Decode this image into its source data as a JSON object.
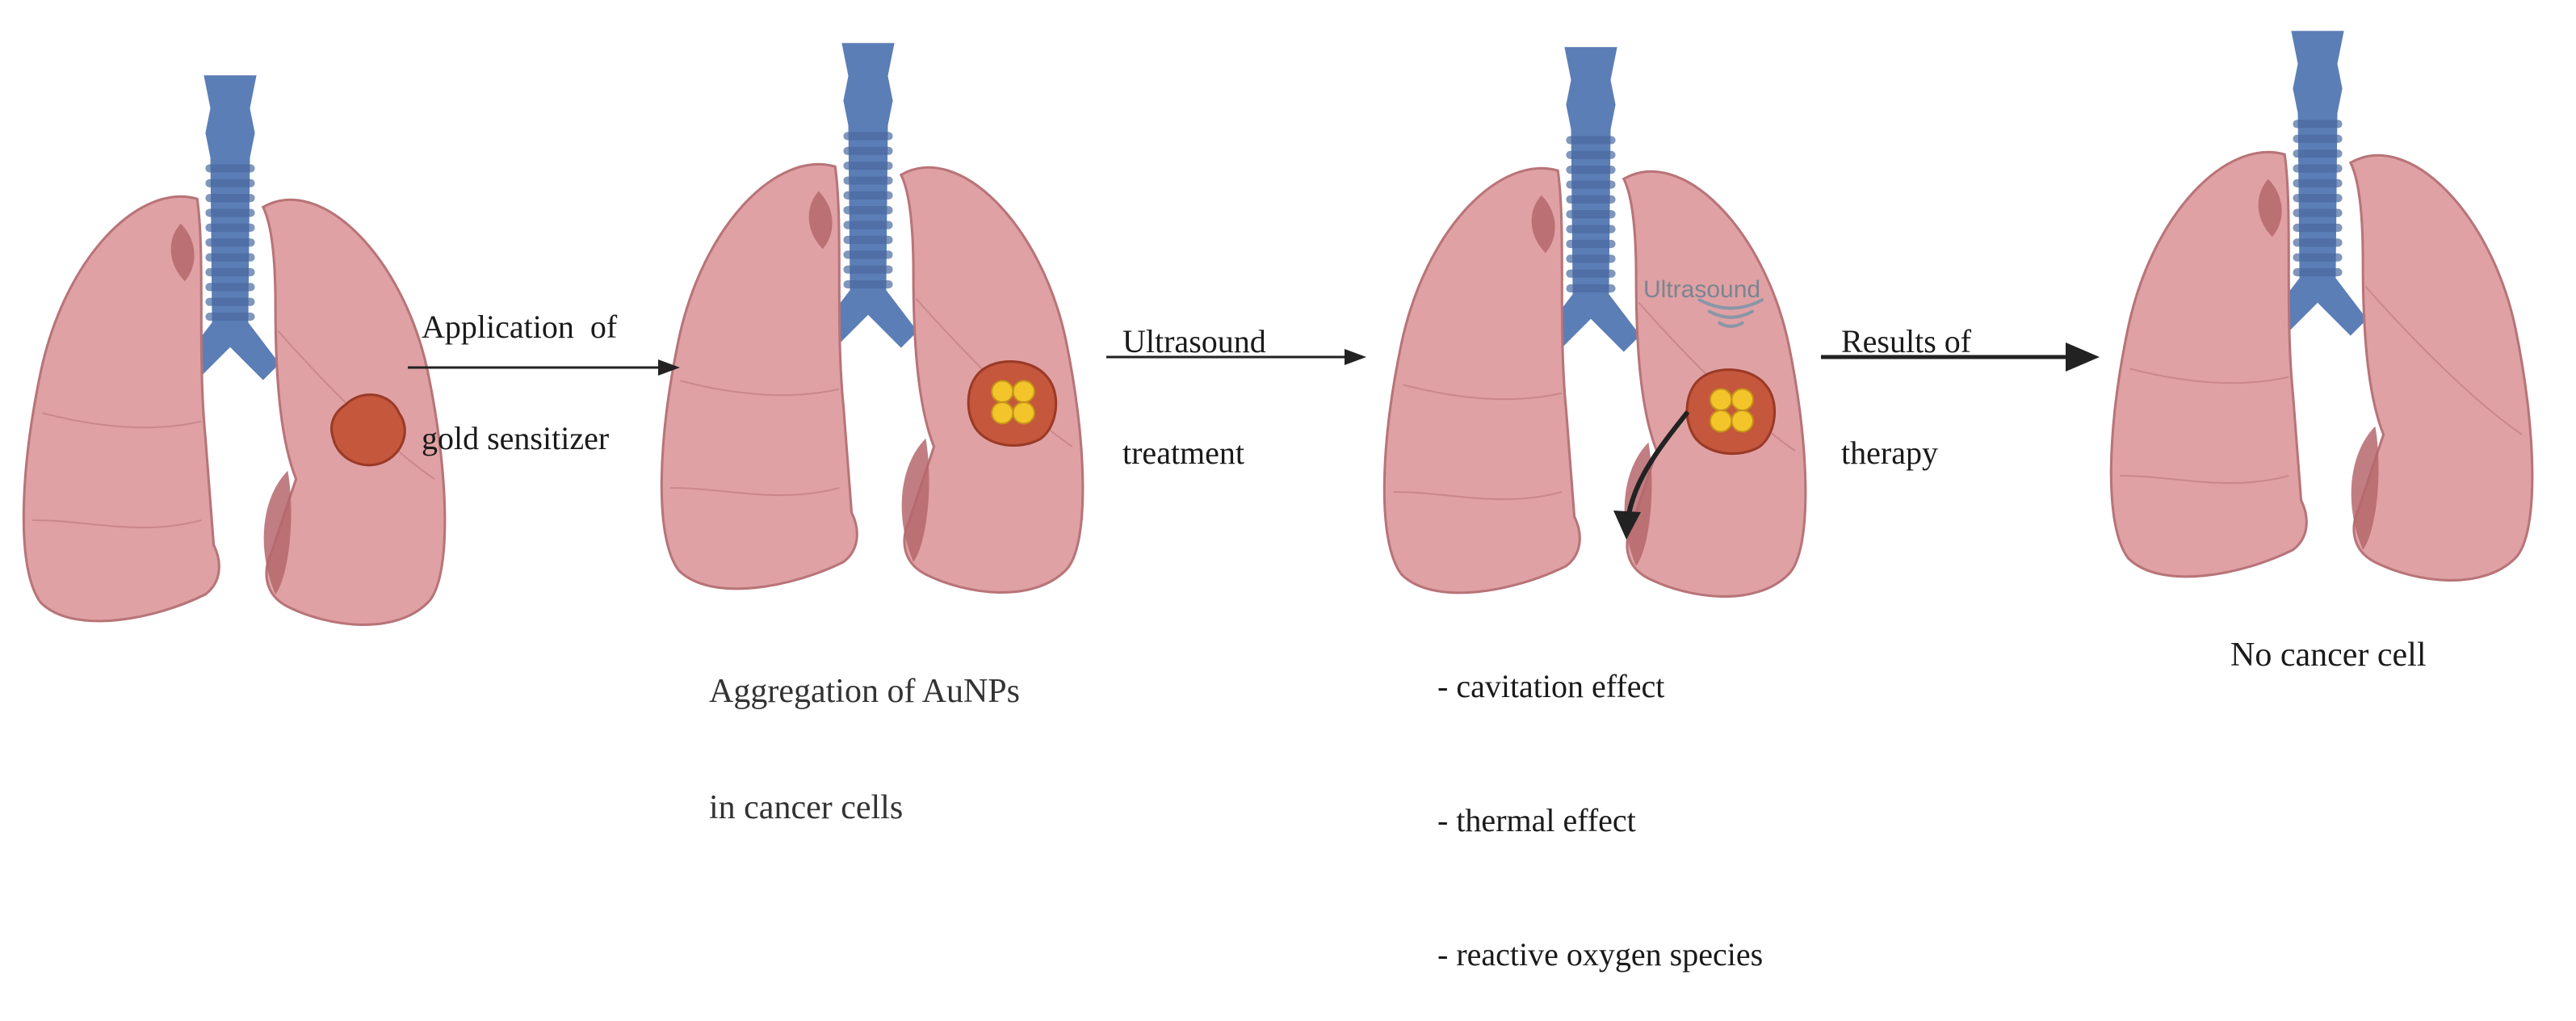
{
  "figure": {
    "stages": [
      {
        "name": "initial-tumor"
      },
      {
        "name": "aunp-aggregation",
        "caption": [
          "Aggregation of AuNPs",
          "in cancer cells"
        ]
      },
      {
        "name": "ultrasound-applied",
        "inline_label": "Ultrasound",
        "effects": [
          "- cavitation effect",
          "- thermal effect",
          "- reactive oxygen species"
        ]
      },
      {
        "name": "tumor-free",
        "caption": [
          "No cancer cell"
        ]
      }
    ],
    "arrows": [
      {
        "label": [
          "Application  of",
          "gold sensitizer"
        ]
      },
      {
        "label": [
          "Ultrasound",
          "treatment"
        ]
      },
      {
        "label": [
          "Results of",
          "therapy"
        ]
      }
    ]
  },
  "colors": {
    "lung_fill": "#dfa1a4",
    "lung_stroke": "#b87478",
    "lung_inner": "#b5676c",
    "trachea": "#5c7eb6",
    "tumor": "#c4573c",
    "gold": "#f3c52a",
    "arrow": "#222222",
    "ultrasound_wave": "#8a96a8"
  }
}
